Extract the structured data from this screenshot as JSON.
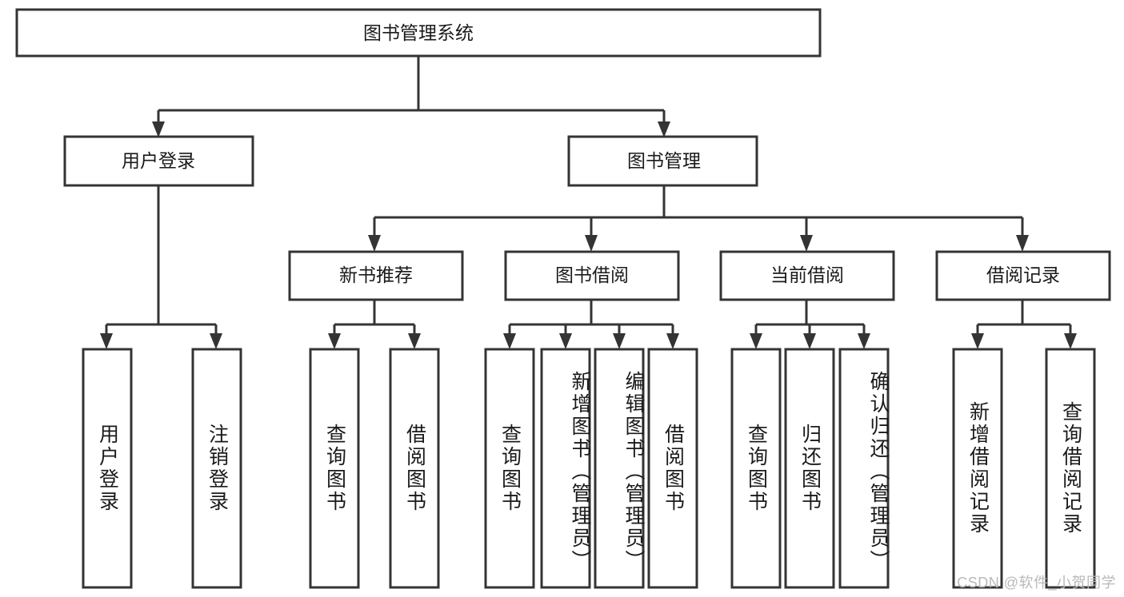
{
  "diagram": {
    "title": "图书管理系统",
    "type": "tree-hierarchy",
    "watermark": "CSDN @软件_小贺同学",
    "colors": {
      "stroke": "#343434",
      "fill": "#ffffff",
      "text": "#1a1a1a",
      "watermark": "#b9b9b9"
    },
    "root": {
      "label": "图书管理系统"
    },
    "level1": [
      {
        "label": "用户登录"
      },
      {
        "label": "图书管理"
      }
    ],
    "level2": [
      {
        "label": "新书推荐"
      },
      {
        "label": "图书借阅"
      },
      {
        "label": "当前借阅"
      },
      {
        "label": "借阅记录"
      }
    ],
    "leaves": {
      "user_login": [
        {
          "label": "用户登录"
        },
        {
          "label": "注销登录"
        }
      ],
      "new_book_recommend": [
        {
          "label": "查询图书"
        },
        {
          "label": "借阅图书"
        }
      ],
      "book_borrow": [
        {
          "label": "查询图书"
        },
        {
          "label": "新增图书（管理员）"
        },
        {
          "label": "编辑图书（管理员）"
        },
        {
          "label": "借阅图书"
        }
      ],
      "current_borrow": [
        {
          "label": "查询图书"
        },
        {
          "label": "归还图书"
        },
        {
          "label": "确认归还（管理员）"
        }
      ],
      "borrow_record": [
        {
          "label": "新增借阅记录"
        },
        {
          "label": "查询借阅记录"
        }
      ]
    }
  }
}
